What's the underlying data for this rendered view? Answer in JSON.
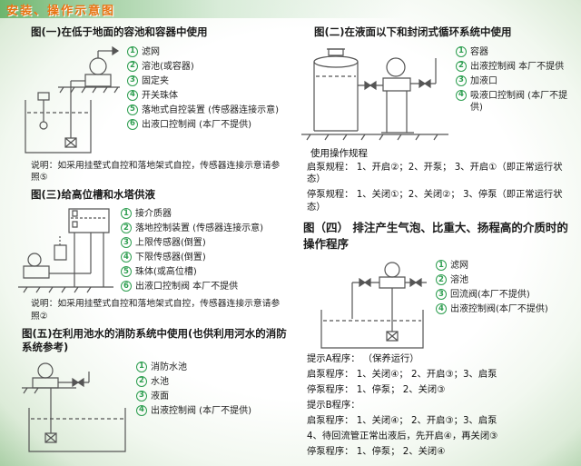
{
  "header": {
    "title": "安装、操作示意图"
  },
  "fig1": {
    "title": "图(一)在低于地面的容池和容器中使用",
    "labels": [
      {
        "n": "1",
        "t": "滤网"
      },
      {
        "n": "2",
        "t": "溶池(或容器)"
      },
      {
        "n": "3",
        "t": "固定夹"
      },
      {
        "n": "4",
        "t": "开关珠体"
      },
      {
        "n": "5",
        "t": "落地式自控装置 (传感器连接示意)"
      },
      {
        "n": "6",
        "t": "出液口控制阀 (本厂不提供)"
      }
    ],
    "note": "说明：如采用挂壁式自控和落地架式自控，传感器连接示意请参照⑤"
  },
  "fig3": {
    "title": "图(三)给高位槽和水塔供液",
    "labels": [
      {
        "n": "1",
        "t": "接介质器"
      },
      {
        "n": "2",
        "t": "落地控制装置 (传感器连接示意)"
      },
      {
        "n": "3",
        "t": "上限传感器(倒置)"
      },
      {
        "n": "4",
        "t": "下限传感器(倒置)"
      },
      {
        "n": "5",
        "t": "珠体(或高位槽)"
      },
      {
        "n": "6",
        "t": "出液口控制阀 本厂不提供"
      }
    ],
    "note": "说明：如采用挂壁式自控和落地架式自控，传感器连接示意请参照②"
  },
  "fig5": {
    "title": "图(五)在利用池水的消防系统中使用(也供利用河水的消防系统参考)",
    "labels": [
      {
        "n": "1",
        "t": "消防水池"
      },
      {
        "n": "2",
        "t": "水池"
      },
      {
        "n": "3",
        "t": "液面"
      },
      {
        "n": "4",
        "t": "出液控制阀 (本厂不提供)"
      }
    ]
  },
  "fig2": {
    "title": "图(二)在液面以下和封闭式循环系统中使用",
    "labels": [
      {
        "n": "1",
        "t": "容器"
      },
      {
        "n": "2",
        "t": "出液控制阀 本厂不提供"
      },
      {
        "n": "3",
        "t": "加液口"
      },
      {
        "n": "4",
        "t": "吸液口控制阀 (本厂不提供)"
      }
    ],
    "procedures_title": "使用操作规程",
    "procedures": [
      "启泵规程：  1、开启②；2、开泵；  3、开启①（即正常运行状态）",
      "停泵规程：  1、关闭①；2、关闭②；  3、停泵（即正常运行状态）"
    ]
  },
  "fig4": {
    "title": "图（四） 排注产生气泡、比重大、扬程高的介质时的操作程序",
    "labels": [
      {
        "n": "1",
        "t": "滤网"
      },
      {
        "n": "2",
        "t": "溶池"
      },
      {
        "n": "3",
        "t": "回流阀(本厂不提供)"
      },
      {
        "n": "4",
        "t": "出液控制阀(本厂不提供)"
      }
    ],
    "procedures": [
      "提示A程序：  （保养运行）",
      "启泵程序：  1、关闭④；  2、开启③；3、启泵",
      "停泵程序：  1、停泵；  2、关闭③",
      "提示B程序：",
      "启泵程序：  1、关闭④；  2、开启③；3、启泵",
      "4、待回流管正常出液后，先开启④，再关闭③",
      "停泵程序：  1、停泵；  2、关闭④"
    ]
  }
}
